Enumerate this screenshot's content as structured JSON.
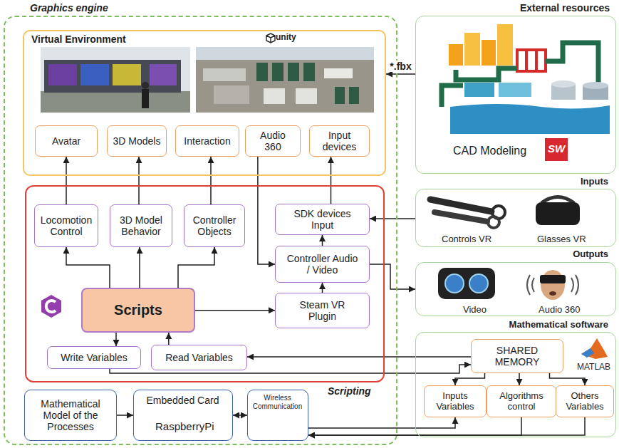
{
  "diagram": {
    "nodes": [
      {
        "text": [
          "Graphics engine"
        ]
      },
      {
        "text": [
          "Virtual Environment"
        ],
        "in": 0
      },
      {
        "text": [
          "Avatar"
        ],
        "in": 1
      },
      {
        "text": [
          "3D Models"
        ],
        "in": 1
      },
      {
        "text": [
          "Interaction"
        ],
        "in": 1
      },
      {
        "text": [
          "Audio 360"
        ],
        "in": 1
      },
      {
        "text": [
          "Input devices"
        ],
        "in": 1
      },
      {
        "text": [
          "Scripting"
        ],
        "in": 0
      },
      {
        "text": [
          "Locomotion Control"
        ],
        "in": 7
      },
      {
        "text": [
          "3D Model Behavior"
        ],
        "in": 7
      },
      {
        "text": [
          "Controller Objects"
        ],
        "in": 7
      },
      {
        "text": [
          "SDK devices Input"
        ],
        "in": 7
      },
      {
        "text": [
          "Controller Audio / Video"
        ],
        "in": 7
      },
      {
        "text": [
          "Scripts"
        ],
        "in": 7
      },
      {
        "text": [
          "Steam VR Plugin"
        ],
        "in": 7
      },
      {
        "text": [
          "Write Variables"
        ],
        "in": 7
      },
      {
        "text": [
          "Read Variables"
        ],
        "in": 7
      },
      {
        "text": [
          "Mathematical Model of the Processes"
        ],
        "in": 0
      },
      {
        "text": [
          "Embedded Card",
          "RaspberryPi"
        ],
        "in": 0
      },
      {
        "text": [
          "Wireless Communication"
        ],
        "in": 0
      },
      {
        "text": [
          "External resources",
          "CAD Modeling"
        ]
      },
      {
        "text": [
          "Inputs",
          "Controls VR",
          "Glasses VR"
        ]
      },
      {
        "text": [
          "Outputs",
          "Video",
          "Audio 360"
        ]
      },
      {
        "text": [
          "Mathematical software",
          "MATLAB"
        ]
      },
      {
        "text": [
          "SHARED MEMORY"
        ],
        "in": 23
      },
      {
        "text": [
          "Inputs Variables"
        ],
        "in": 23
      },
      {
        "text": [
          "Algorithms control"
        ],
        "in": 23
      },
      {
        "text": [
          "Others Variables"
        ],
        "in": 23
      }
    ],
    "edges": [
      {
        "from": 8,
        "to": 2,
        "arrow": "to"
      },
      {
        "from": 9,
        "to": 3,
        "arrow": "to"
      },
      {
        "from": 10,
        "to": 4,
        "arrow": "to"
      },
      {
        "from": 11,
        "to": 6,
        "arrow": "to"
      },
      {
        "from": 5,
        "to": 12,
        "arrow": "to"
      },
      {
        "from": 13,
        "to": 8,
        "arrow": "to"
      },
      {
        "from": 13,
        "to": 9,
        "arrow": "to"
      },
      {
        "from": 13,
        "to": 10,
        "arrow": "to"
      },
      {
        "from": 13,
        "to": 14,
        "arrow": "to"
      },
      {
        "from": 14,
        "to": 12,
        "arrow": "to"
      },
      {
        "from": 12,
        "to": 11,
        "arrow": "to"
      },
      {
        "from": 21,
        "to": 11,
        "arrow": "to"
      },
      {
        "from": 12,
        "to": 22,
        "arrow": "to"
      },
      {
        "from": 13,
        "to": 15,
        "arrow": "to"
      },
      {
        "from": 16,
        "to": 13,
        "arrow": "to"
      },
      {
        "from": 15,
        "to": 24,
        "arrow": "to"
      },
      {
        "from": 24,
        "to": 16,
        "arrow": "to"
      },
      {
        "from": 24,
        "to": 25,
        "arrow": "to"
      },
      {
        "from": 24,
        "to": 26,
        "arrow": "to"
      },
      {
        "from": 24,
        "to": 27,
        "arrow": "to"
      },
      {
        "from": 17,
        "to": 18,
        "arrow": "to"
      },
      {
        "from": 18,
        "to": 19,
        "arrow": "both"
      },
      {
        "from": 19,
        "to": 25,
        "arrow": "to"
      },
      {
        "from": 26,
        "to": 19,
        "arrow": "to"
      },
      {
        "from": 27,
        "to": 19,
        "arrow": "to"
      },
      {
        "from": 20,
        "to": 1,
        "label": "*.fbx",
        "arrow": "to"
      }
    ],
    "labels": [
      "unity",
      "SW"
    ]
  }
}
